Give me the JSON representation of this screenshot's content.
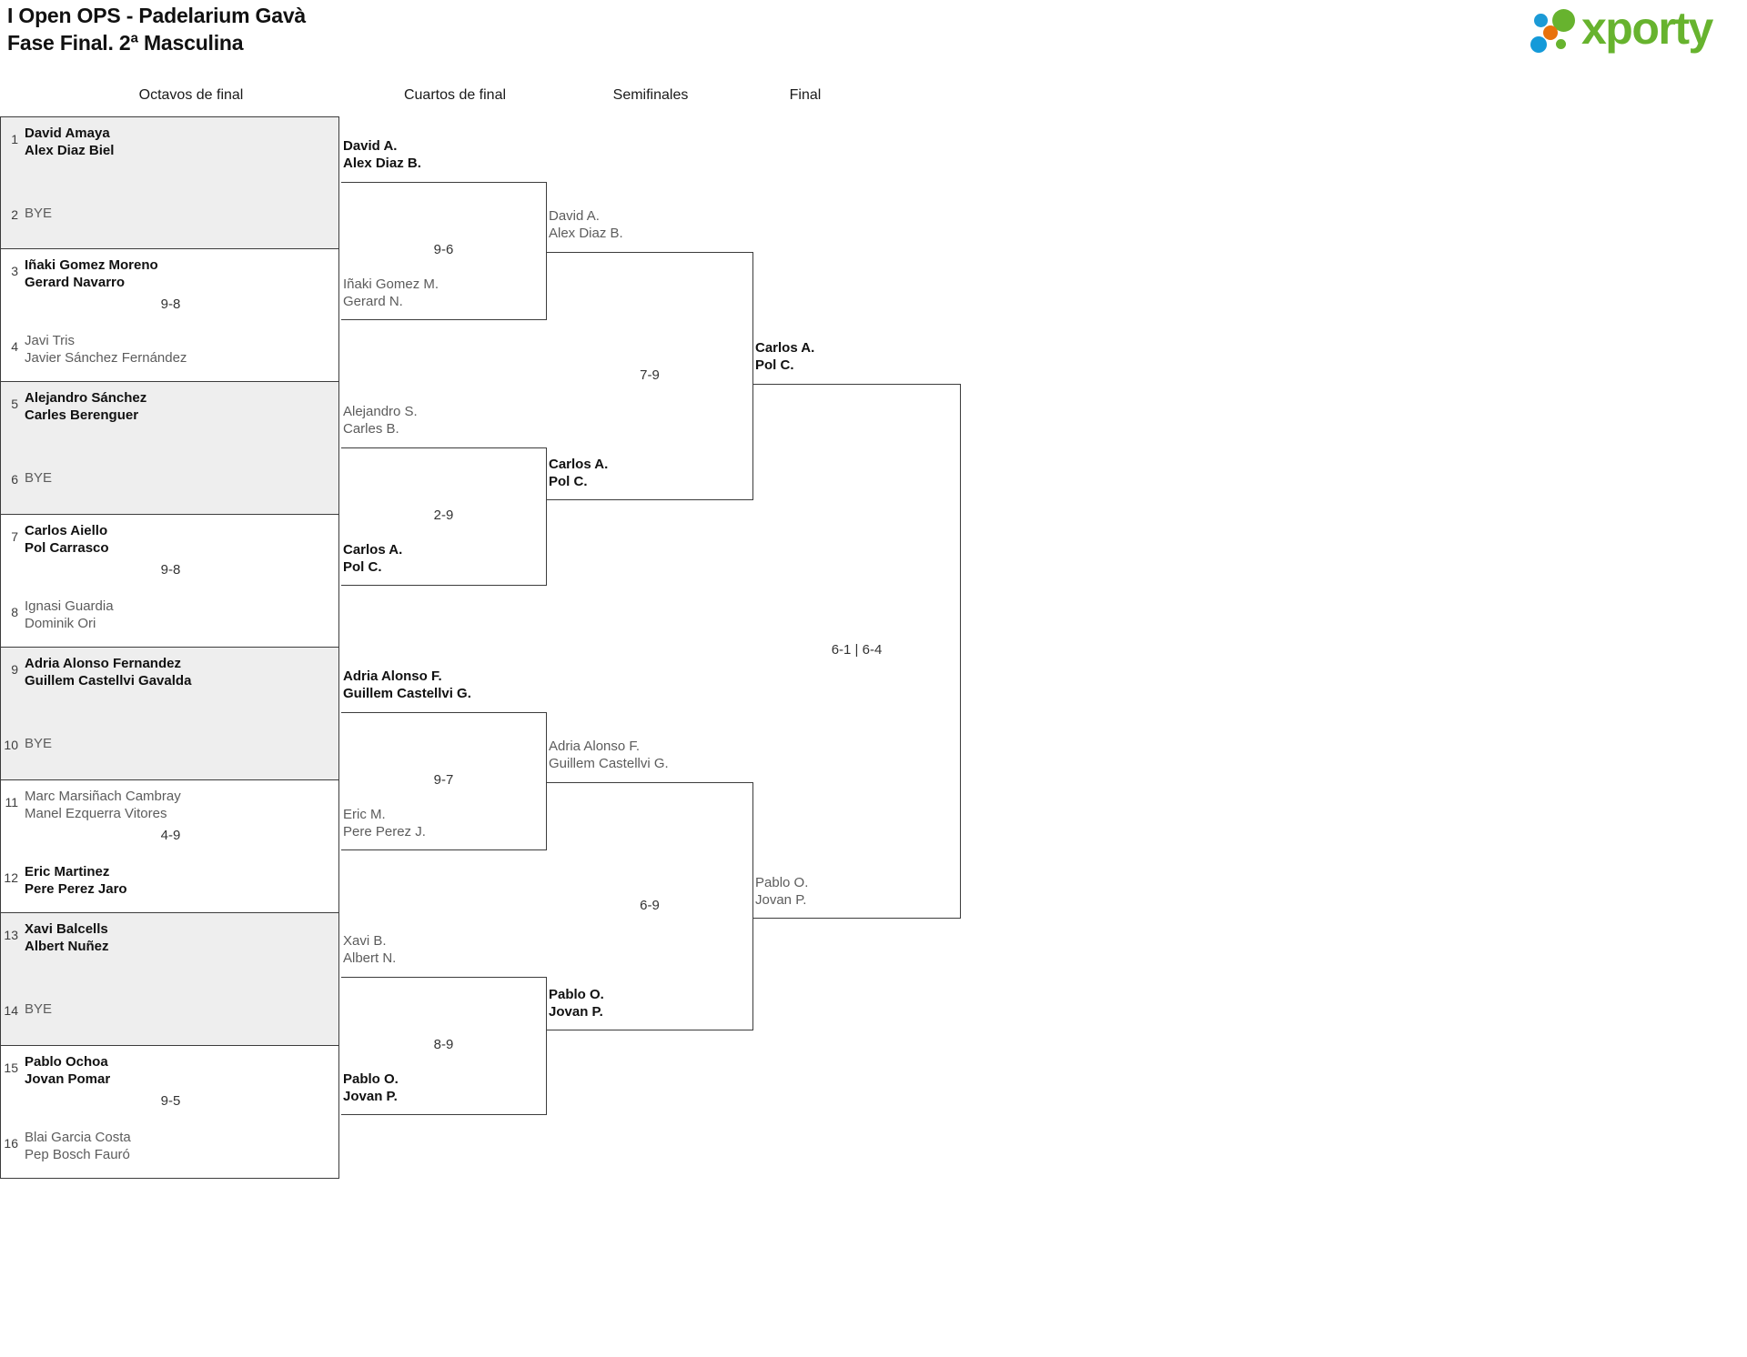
{
  "header": {
    "title_line1": "I Open OPS - Padelarium Gavà",
    "title_line2": "Fase Final. 2ª Masculina",
    "logo_text": "xporty"
  },
  "rounds": [
    {
      "label": "Octavos de final"
    },
    {
      "label": "Cuartos de final"
    },
    {
      "label": "Semifinales"
    },
    {
      "label": "Final"
    }
  ],
  "round1": {
    "matches": [
      {
        "shaded": true,
        "score": "",
        "top": {
          "seed": "1",
          "p1": "David Amaya",
          "p2": "Alex Diaz Biel",
          "state": "winner"
        },
        "bottom": {
          "seed": "2",
          "p1": "BYE",
          "p2": "",
          "state": "bye"
        }
      },
      {
        "shaded": false,
        "score": "9-8",
        "top": {
          "seed": "3",
          "p1": "Iñaki Gomez Moreno",
          "p2": "Gerard Navarro",
          "state": "winner"
        },
        "bottom": {
          "seed": "4",
          "p1": "Javi Tris",
          "p2": "Javier Sánchez Fernández",
          "state": "loser"
        }
      },
      {
        "shaded": true,
        "score": "",
        "top": {
          "seed": "5",
          "p1": "Alejandro Sánchez",
          "p2": "Carles Berenguer",
          "state": "winner"
        },
        "bottom": {
          "seed": "6",
          "p1": "BYE",
          "p2": "",
          "state": "bye"
        }
      },
      {
        "shaded": false,
        "score": "9-8",
        "top": {
          "seed": "7",
          "p1": "Carlos Aiello",
          "p2": "Pol Carrasco",
          "state": "winner"
        },
        "bottom": {
          "seed": "8",
          "p1": "Ignasi Guardia",
          "p2": "Dominik Ori",
          "state": "loser"
        }
      },
      {
        "shaded": true,
        "score": "",
        "top": {
          "seed": "9",
          "p1": "Adria Alonso Fernandez",
          "p2": "Guillem Castellvi Gavalda",
          "state": "winner"
        },
        "bottom": {
          "seed": "10",
          "p1": "BYE",
          "p2": "",
          "state": "bye"
        }
      },
      {
        "shaded": false,
        "score": "4-9",
        "top": {
          "seed": "11",
          "p1": "Marc Marsiñach Cambray",
          "p2": "Manel Ezquerra Vitores",
          "state": "loser"
        },
        "bottom": {
          "seed": "12",
          "p1": "Eric Martinez",
          "p2": "Pere Perez Jaro",
          "state": "winner"
        }
      },
      {
        "shaded": true,
        "score": "",
        "top": {
          "seed": "13",
          "p1": "Xavi Balcells",
          "p2": "Albert Nuñez",
          "state": "winner"
        },
        "bottom": {
          "seed": "14",
          "p1": "BYE",
          "p2": "",
          "state": "bye"
        }
      },
      {
        "shaded": false,
        "score": "9-5",
        "top": {
          "seed": "15",
          "p1": "Pablo Ochoa",
          "p2": "Jovan Pomar",
          "state": "winner"
        },
        "bottom": {
          "seed": "16",
          "p1": "Blai Garcia Costa",
          "p2": "Pep Bosch Fauró",
          "state": "loser"
        }
      }
    ]
  },
  "round2": {
    "matches": [
      {
        "score": "9-6",
        "top": {
          "p1": "David A.",
          "p2": "Alex Diaz B.",
          "state": "winner"
        },
        "bottom": {
          "p1": "Iñaki Gomez M.",
          "p2": "Gerard N.",
          "state": "loser"
        }
      },
      {
        "score": "2-9",
        "top": {
          "p1": "Alejandro S.",
          "p2": "Carles B.",
          "state": "loser"
        },
        "bottom": {
          "p1": "Carlos A.",
          "p2": "Pol C.",
          "state": "winner"
        }
      },
      {
        "score": "9-7",
        "top": {
          "p1": "Adria Alonso F.",
          "p2": "Guillem Castellvi G.",
          "state": "winner"
        },
        "bottom": {
          "p1": "Eric M.",
          "p2": "Pere Perez J.",
          "state": "loser"
        }
      },
      {
        "score": "8-9",
        "top": {
          "p1": "Xavi B.",
          "p2": "Albert N.",
          "state": "loser"
        },
        "bottom": {
          "p1": "Pablo O.",
          "p2": "Jovan P.",
          "state": "winner"
        }
      }
    ]
  },
  "round3": {
    "matches": [
      {
        "score": "7-9",
        "top": {
          "p1": "David A.",
          "p2": "Alex Diaz B.",
          "state": "loser"
        },
        "bottom": {
          "p1": "Carlos A.",
          "p2": "Pol C.",
          "state": "winner"
        }
      },
      {
        "score": "6-9",
        "top": {
          "p1": "Adria Alonso F.",
          "p2": "Guillem Castellvi G.",
          "state": "loser"
        },
        "bottom": {
          "p1": "Pablo O.",
          "p2": "Jovan P.",
          "state": "winner"
        }
      }
    ]
  },
  "round4": {
    "matches": [
      {
        "score": "6-1 | 6-4",
        "top": {
          "p1": "Carlos A.",
          "p2": "Pol C.",
          "state": "winner"
        },
        "bottom": {
          "p1": "Pablo O.",
          "p2": "Jovan P.",
          "state": "loser"
        }
      }
    ]
  }
}
